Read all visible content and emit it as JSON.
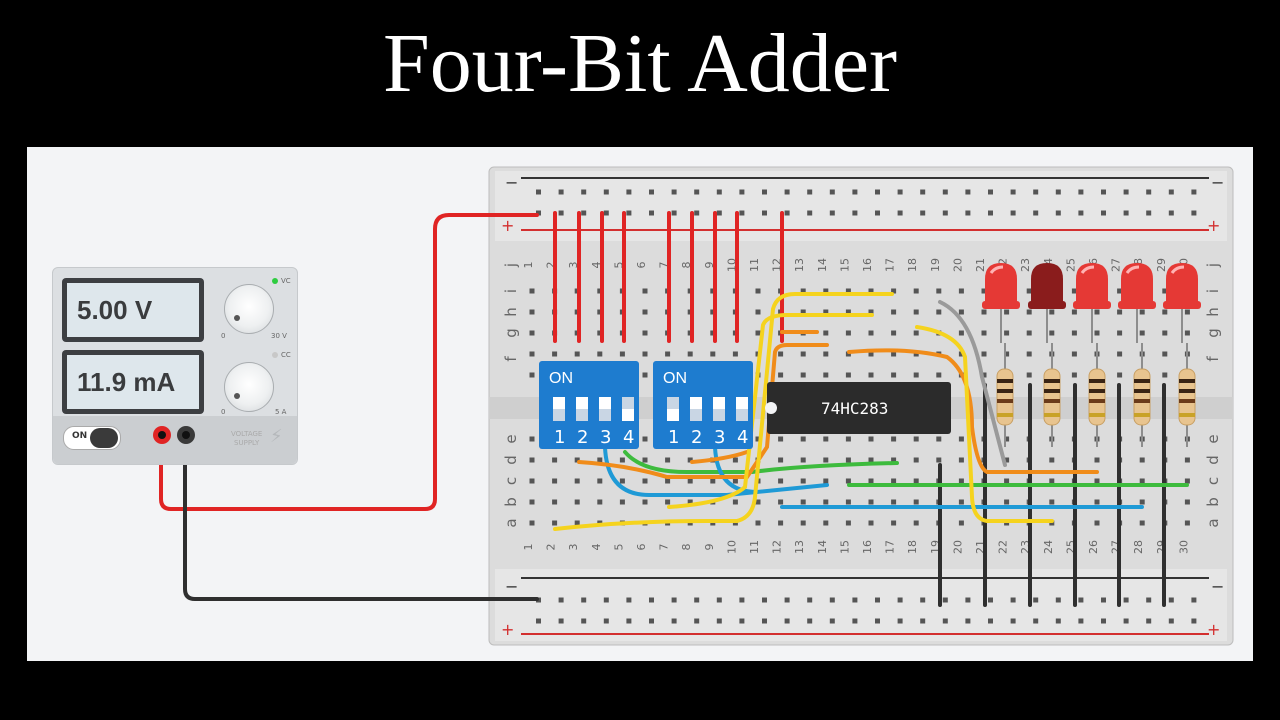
{
  "title": "Four-Bit Adder",
  "power_supply": {
    "voltage_display": "5.00 V",
    "current_display": "11.9 mA",
    "voltage_knob_min": "0",
    "voltage_knob_max": "30 V",
    "current_knob_min": "0",
    "current_knob_max": "5 A",
    "vc_label": "VC",
    "cc_label": "CC",
    "power_switch_label": "ON",
    "brand_line1": "VOLTAGE",
    "brand_line2": "SUPPLY",
    "power_on": true
  },
  "breadboard": {
    "minus_label": "−",
    "plus_label": "+",
    "columns": [
      "1",
      "2",
      "3",
      "4",
      "5",
      "6",
      "7",
      "8",
      "9",
      "10",
      "11",
      "12",
      "13",
      "14",
      "15",
      "16",
      "17",
      "18",
      "19",
      "20",
      "21",
      "22",
      "23",
      "24",
      "25",
      "26",
      "27",
      "28",
      "29",
      "30"
    ],
    "rows_top": [
      "j",
      "i",
      "h",
      "g",
      "f"
    ],
    "rows_bottom": [
      "e",
      "d",
      "c",
      "b",
      "a"
    ]
  },
  "dip_switch_1": {
    "on_label": "ON",
    "numbers": [
      "1",
      "2",
      "3",
      "4"
    ]
  },
  "dip_switch_2": {
    "on_label": "ON",
    "numbers": [
      "1",
      "2",
      "3",
      "4"
    ]
  },
  "ic_label": "74HC283",
  "leds": {
    "count": 5,
    "states": [
      "on",
      "off",
      "on",
      "on",
      "on"
    ]
  },
  "colors": {
    "wire_red": "#e02424",
    "wire_black": "#2f2f2f",
    "wire_yellow": "#f5d31e",
    "wire_orange": "#f08c1a",
    "wire_green": "#3dbb3d",
    "wire_blue": "#1f9ad6",
    "wire_gray": "#9a9a9a",
    "led_on": "#e53935",
    "led_off": "#8a1c1c",
    "dip_blue": "#1e7ccf"
  }
}
